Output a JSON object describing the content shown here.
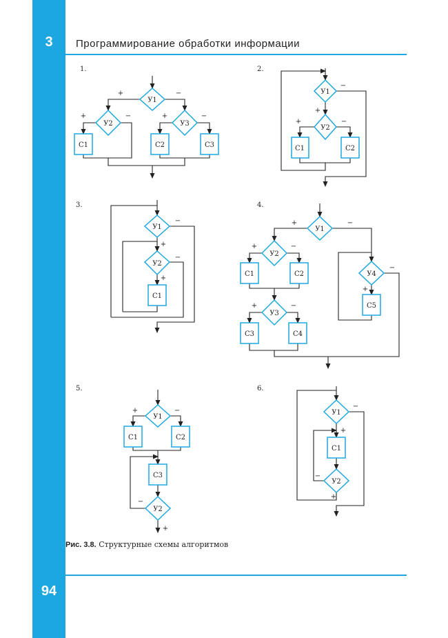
{
  "header": {
    "chapter": "3",
    "title": "Программирование обработки информации"
  },
  "page_number": "94",
  "caption": {
    "label": "Рис. 3.8.",
    "text": "Структурные схемы алгоритмов"
  },
  "colors": {
    "accent": "#1ca7e0",
    "line": "#222222"
  },
  "diagrams": [
    {
      "number": "1.",
      "conditions": [
        "У1",
        "У2",
        "У3"
      ],
      "blocks": [
        "С1",
        "С2",
        "С3"
      ]
    },
    {
      "number": "2.",
      "conditions": [
        "У1",
        "У2"
      ],
      "blocks": [
        "С1",
        "С2"
      ]
    },
    {
      "number": "3.",
      "conditions": [
        "У1",
        "У2"
      ],
      "blocks": [
        "С1"
      ]
    },
    {
      "number": "4.",
      "conditions": [
        "У1",
        "У2",
        "У3",
        "У4"
      ],
      "blocks": [
        "С1",
        "С2",
        "С3",
        "С4",
        "С5"
      ]
    },
    {
      "number": "5.",
      "conditions": [
        "У1",
        "У2"
      ],
      "blocks": [
        "С1",
        "С2",
        "С3"
      ]
    },
    {
      "number": "6.",
      "conditions": [
        "У1",
        "У2"
      ],
      "blocks": [
        "С1"
      ]
    }
  ],
  "signs": {
    "plus": "+",
    "minus": "−"
  }
}
